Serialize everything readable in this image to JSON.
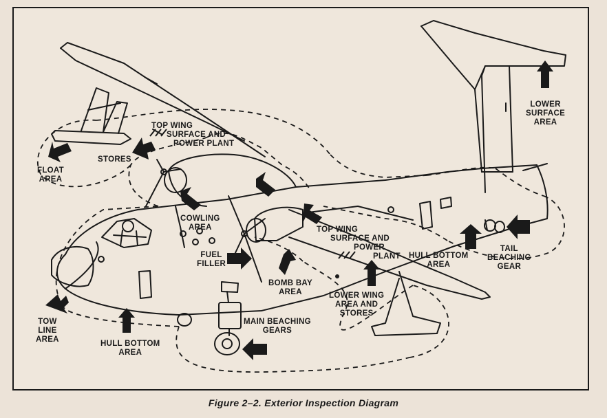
{
  "figure": {
    "caption": "Figure 2–2.   Exterior Inspection Diagram"
  },
  "labels": {
    "float_area": [
      "FLOAT",
      "AREA"
    ],
    "stores": [
      "STORES"
    ],
    "top_wing_left": [
      "TOP WING",
      "SURFACE AND",
      "POWER PLANT"
    ],
    "cowling_area": [
      "COWLING",
      "AREA"
    ],
    "fuel_filler": [
      "FUEL",
      "FILLER"
    ],
    "top_wing_right": [
      "TOP WING",
      "SURFACE AND",
      "POWER",
      "PLANT"
    ],
    "bomb_bay_area": [
      "BOMB BAY",
      "AREA"
    ],
    "lower_wing": [
      "LOWER WING",
      "AREA AND",
      "STORES"
    ],
    "hull_bottom_right": [
      "HULL BOTTOM",
      "AREA"
    ],
    "tail_beaching_gear": [
      "TAIL",
      "BEACHING",
      "GEAR"
    ],
    "lower_surface_area": [
      "LOWER",
      "SURFACE",
      "AREA"
    ],
    "tow_line_area": [
      "TOW",
      "LINE",
      "AREA"
    ],
    "hull_bottom_left": [
      "HULL BOTTOM",
      "AREA"
    ],
    "main_beaching_gears": [
      "MAIN BEACHING",
      "GEARS"
    ]
  },
  "colors": {
    "ink": "#1a1a1a",
    "paper": "#ece3d8",
    "arrow": "#1a1a1a"
  }
}
